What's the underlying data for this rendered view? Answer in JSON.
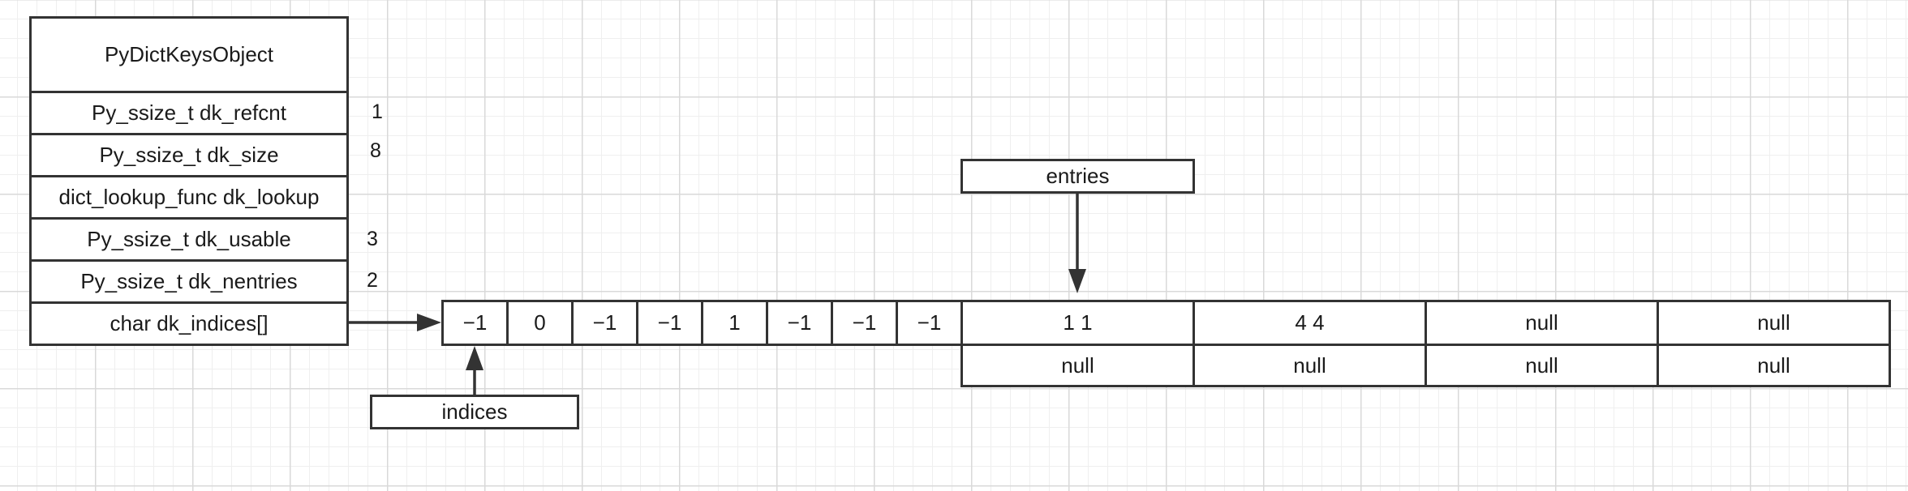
{
  "struct": {
    "title": "PyDictKeysObject",
    "fields": [
      {
        "label": "Py_ssize_t dk_refcnt",
        "value": "1"
      },
      {
        "label": "Py_ssize_t dk_size",
        "value": "8"
      },
      {
        "label": "dict_lookup_func dk_lookup",
        "value": ""
      },
      {
        "label": "Py_ssize_t dk_usable",
        "value": "3"
      },
      {
        "label": "Py_ssize_t dk_nentries",
        "value": "2"
      },
      {
        "label": "char dk_indices[]",
        "value": ""
      }
    ]
  },
  "indices": {
    "label": "indices",
    "cells": [
      "−1",
      "0",
      "−1",
      "−1",
      "1",
      "−1",
      "−1",
      "−1"
    ]
  },
  "entries": {
    "label": "entries",
    "row1": [
      "1 1",
      "4 4",
      "null",
      "null"
    ],
    "row2": [
      "null",
      "null",
      "null",
      "null"
    ]
  },
  "colors": {
    "stroke": "#333333",
    "grid_major": "#d9d9d9",
    "grid_minor": "#efefef"
  }
}
